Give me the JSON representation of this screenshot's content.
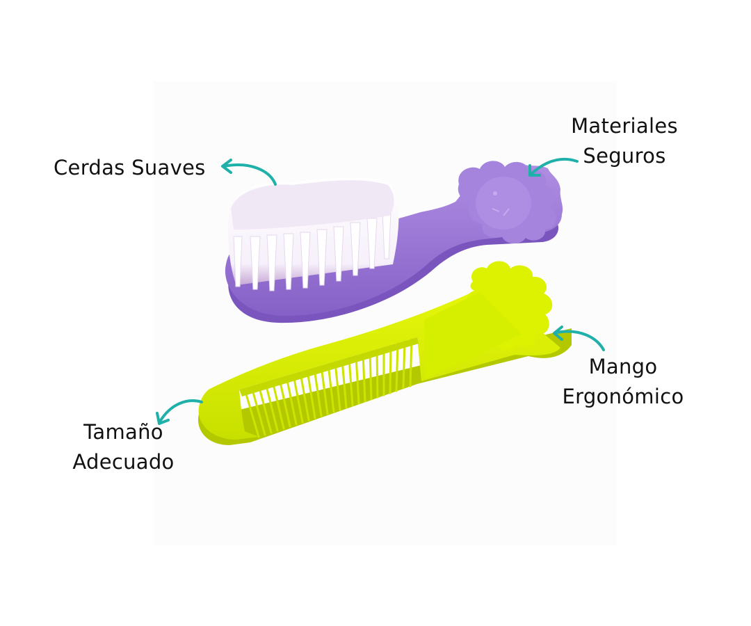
{
  "labels": {
    "cerdas": {
      "lines": [
        "Cerdas Suaves"
      ]
    },
    "materiales": {
      "lines": [
        "Materiales",
        "Seguros"
      ]
    },
    "mango": {
      "lines": [
        "Mango",
        "Ergonómico"
      ]
    },
    "tamano": {
      "lines": [
        "Tamaño",
        "Adecuado"
      ]
    }
  },
  "colors": {
    "arrow": "#1fb0aa",
    "brush": "#9b77d6",
    "brush_dark": "#7d58c0",
    "bristles": "#f4eef8",
    "comb": "#d9f000",
    "comb_dark": "#b8cc00",
    "text": "#111111",
    "photo_background": "#fcfcfc"
  },
  "products": [
    {
      "name": "baby hair brush",
      "color": "purple"
    },
    {
      "name": "baby comb",
      "color": "lime green"
    }
  ]
}
